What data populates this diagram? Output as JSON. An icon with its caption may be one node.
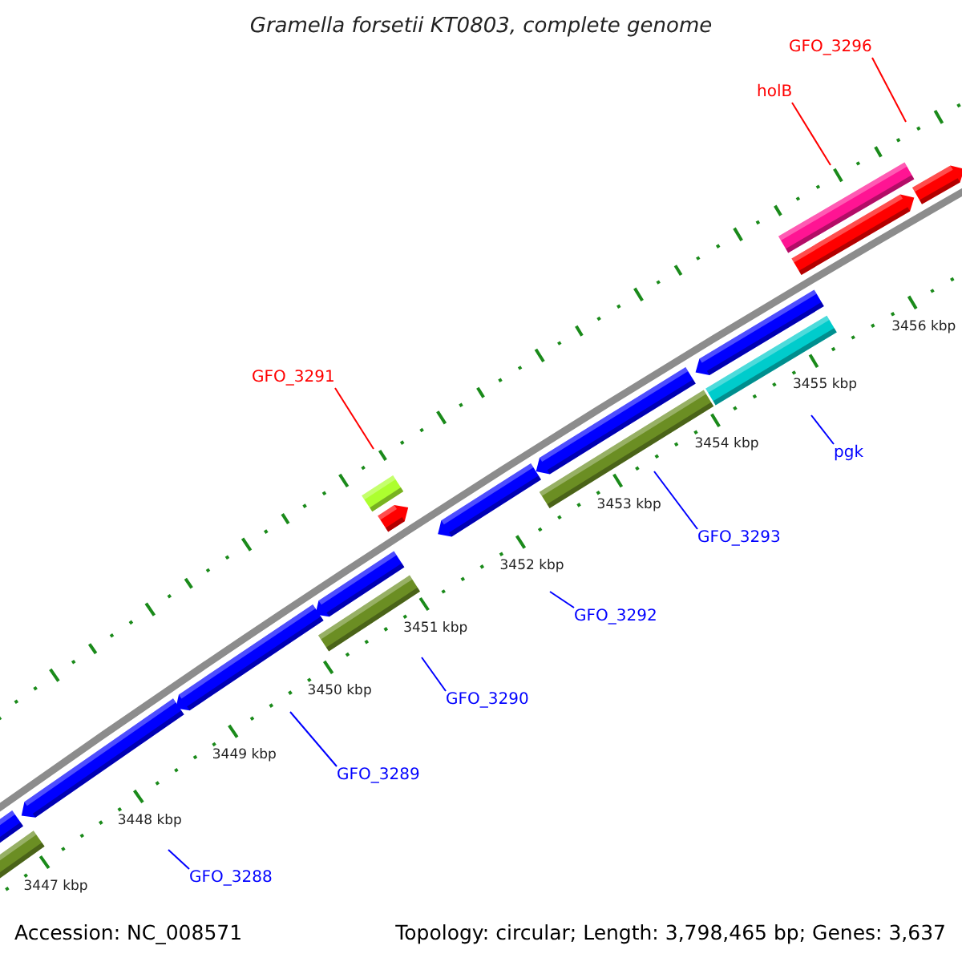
{
  "diagram": {
    "title": "Gramella forsetii KT0803, complete genome",
    "nodes": [
      {
        "text": [
          "GFO_3296"
        ]
      },
      {
        "text": [
          "holB"
        ]
      },
      {
        "text": [
          "GFO_3291"
        ]
      },
      {
        "text": [
          "pgk"
        ]
      },
      {
        "text": [
          "GFO_3293"
        ]
      },
      {
        "text": [
          "GFO_3292"
        ]
      },
      {
        "text": [
          "GFO_3290"
        ]
      },
      {
        "text": [
          "GFO_3289"
        ]
      },
      {
        "text": [
          "GFO_3288"
        ]
      }
    ],
    "edges": [
      {
        "from": 0,
        "to": null,
        "arrow": "none",
        "color": "#ff0000"
      },
      {
        "from": 1,
        "to": null,
        "arrow": "none",
        "color": "#ff0000"
      },
      {
        "from": 2,
        "to": null,
        "arrow": "none",
        "color": "#ff0000"
      },
      {
        "from": 3,
        "to": null,
        "arrow": "none"
      },
      {
        "from": 4,
        "to": null,
        "arrow": "none"
      },
      {
        "from": 5,
        "to": null,
        "arrow": "none"
      },
      {
        "from": 6,
        "to": null,
        "arrow": "none"
      },
      {
        "from": 7,
        "to": null,
        "arrow": "none"
      },
      {
        "from": 8,
        "to": null,
        "arrow": "none"
      }
    ],
    "labels": [
      "3456 kbp",
      "3455 kbp",
      "3454 kbp",
      "3453 kbp",
      "3452 kbp",
      "3451 kbp",
      "3450 kbp",
      "3449 kbp",
      "3448 kbp",
      "3447 kbp",
      "Accession: NC_008571",
      "Topology: circular; Length: 3,798,465 bp; Genes: 3,637"
    ]
  }
}
